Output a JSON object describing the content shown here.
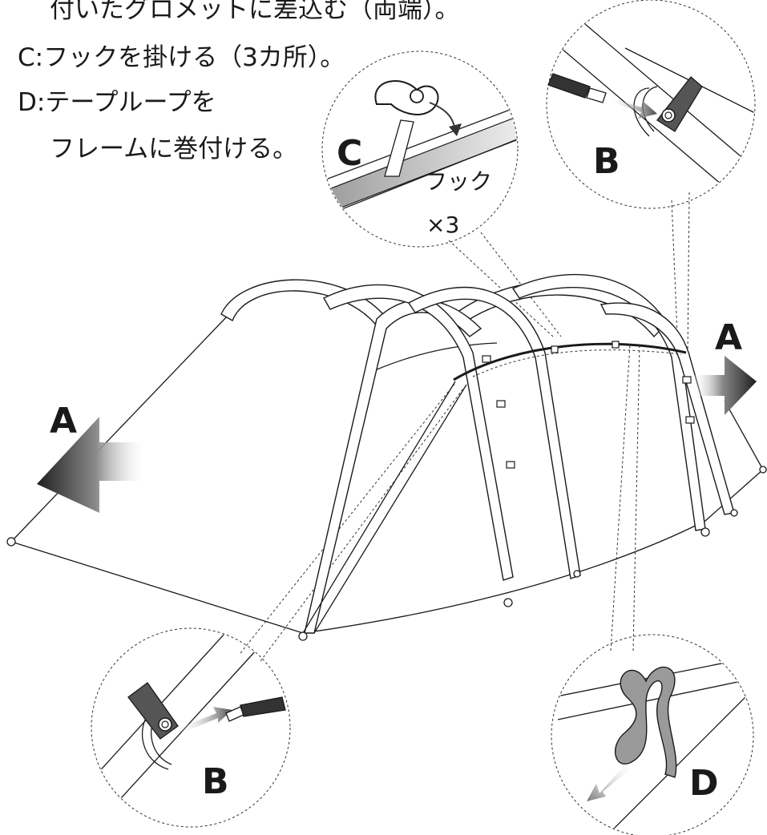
{
  "instructions": {
    "line1": "付いたグロメットに差込む（両端）。",
    "line2": "C:フックを掛ける（3カ所）。",
    "line3": "D:テープループを",
    "line4": "フレームに巻付ける。"
  },
  "labels": {
    "a_left": "A",
    "a_right": "A",
    "b_top": "B",
    "b_bottom": "B",
    "c": "C",
    "d": "D",
    "hook": "フック",
    "hook_count": "×3"
  },
  "colors": {
    "line": "#1a1a1a",
    "arrow_dark": "#2a2a2a",
    "tape": "#555555",
    "loop_fill": "#9a9a9a"
  },
  "icons": [
    "arrow-left-icon",
    "arrow-right-icon",
    "grommet-icon",
    "hook-icon",
    "tape-loop-icon"
  ]
}
